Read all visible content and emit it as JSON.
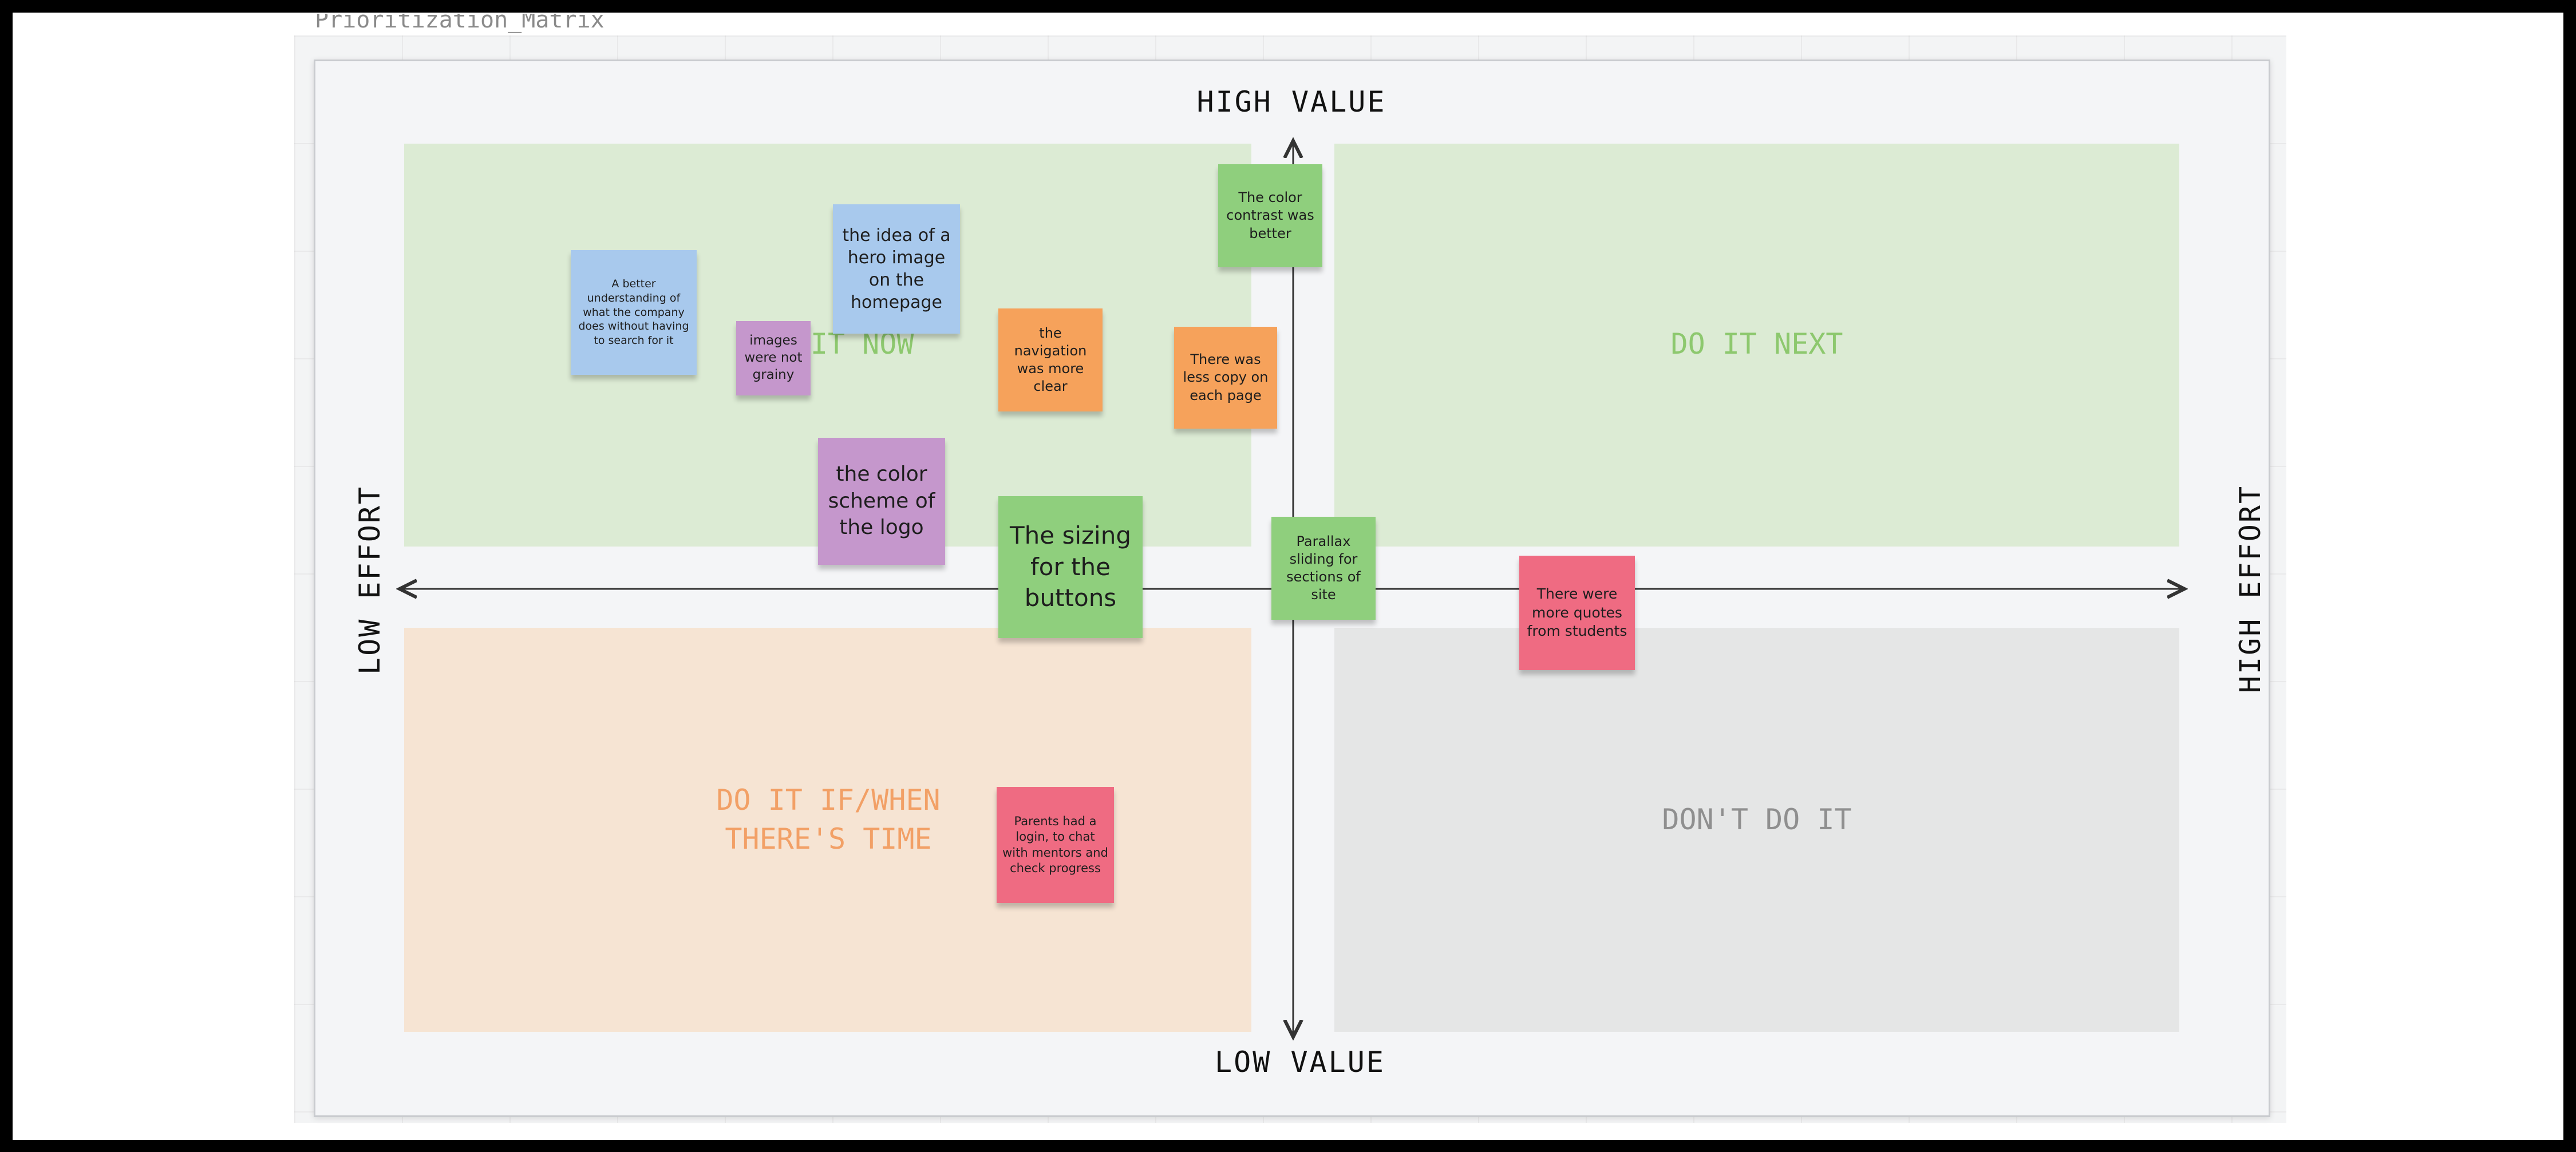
{
  "frame": {
    "title": "Prioritization_Matrix"
  },
  "axes": {
    "top": "HIGH VALUE",
    "bottom": "LOW VALUE",
    "left": "LOW EFFORT",
    "right": "HIGH EFFORT"
  },
  "quadrants": {
    "top_left": "DO IT NOW",
    "top_right": "DO IT NEXT",
    "bottom_left": "DO IT IF/WHEN\nTHERE'S TIME",
    "bottom_right": "DON'T DO IT"
  },
  "colors": {
    "green_zone": "#dcebd4",
    "orange_zone": "#f6e4d3",
    "gray_zone": "#e5e6e6",
    "note_blue": "#a8c9ed",
    "note_purple": "#c597cc",
    "note_orange": "#f6a25b",
    "note_green": "#8fcf7d",
    "note_pink": "#ef6b82"
  },
  "notes": [
    {
      "text": "A better understanding of what the company does without having to search for it",
      "color": "blue"
    },
    {
      "text": "the idea of a hero image on the homepage",
      "color": "blue"
    },
    {
      "text": "images were not grainy",
      "color": "purple"
    },
    {
      "text": "the navigation was more clear",
      "color": "orange"
    },
    {
      "text": "There was less copy on each page",
      "color": "orange"
    },
    {
      "text": "The color contrast was better",
      "color": "green"
    },
    {
      "text": "the color scheme of the logo",
      "color": "purple"
    },
    {
      "text": "The sizing for the buttons",
      "color": "green"
    },
    {
      "text": "Parallax sliding for sections of site",
      "color": "green"
    },
    {
      "text": "There were more quotes from students",
      "color": "pink"
    },
    {
      "text": "Parents had a login, to chat with mentors and check progress",
      "color": "pink"
    }
  ]
}
